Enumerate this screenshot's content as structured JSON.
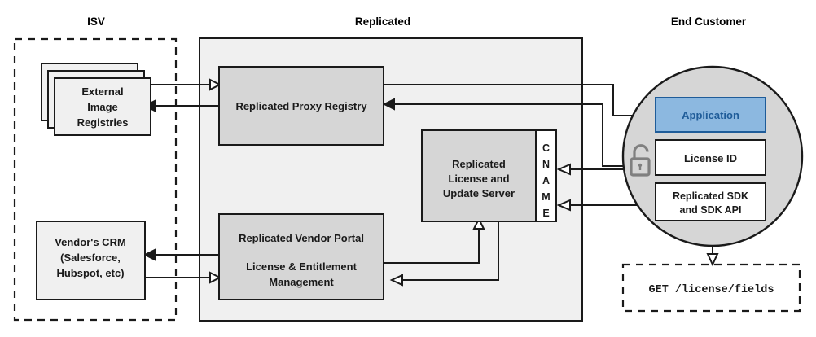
{
  "diagram": {
    "title_zones": [
      {
        "id": "isv",
        "label": "ISV"
      },
      {
        "id": "replicated",
        "label": "Replicated"
      },
      {
        "id": "end-customer",
        "label": "End Customer"
      }
    ],
    "colors": {
      "zone_fill": "#f0f0f0",
      "component_fill": "#d6d6d6",
      "stack_fill": "#f0f0f0",
      "circle_fill": "#d6d6d6",
      "application_fill": "#8cb8e0",
      "application_border": "#1f5c99",
      "application_text": "#1f5c99",
      "plain_box_fill": "#ffffff",
      "stroke": "#1a1a1a",
      "lock_color": "#808080"
    },
    "nodes": {
      "external_image_registries": {
        "lines": [
          "External",
          "Image",
          "Registries"
        ]
      },
      "vendors_crm": {
        "lines": [
          "Vendor's CRM",
          "(Salesforce,",
          "Hubspot, etc)"
        ]
      },
      "proxy_registry": {
        "lines": [
          "Replicated Proxy Registry"
        ]
      },
      "license_update_server": {
        "lines": [
          "Replicated",
          "License and",
          "Update Server"
        ]
      },
      "cname": {
        "label": "CNAME",
        "letters": [
          "C",
          "N",
          "A",
          "M",
          "E"
        ]
      },
      "vendor_portal": {
        "lines": [
          "Replicated Vendor Portal",
          "",
          "License & Entitlement",
          "Management"
        ]
      },
      "application": {
        "label": "Application"
      },
      "license_id": {
        "label": "License ID"
      },
      "replicated_sdk": {
        "lines": [
          "Replicated SDK",
          "and SDK API"
        ]
      },
      "api_call": {
        "label": "GET /license/fields"
      }
    },
    "icons": {
      "unlocked_padlock": "unlock-icon"
    }
  }
}
